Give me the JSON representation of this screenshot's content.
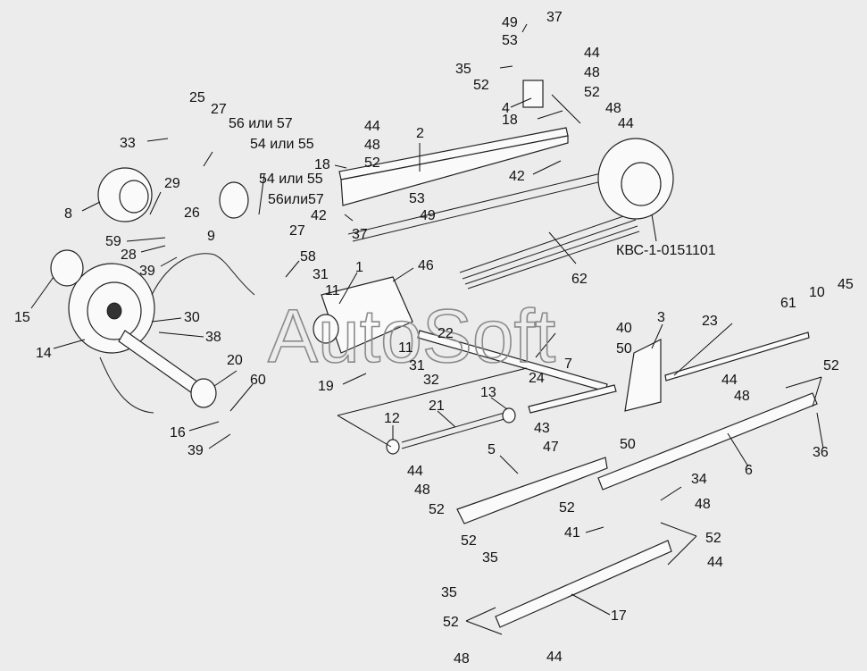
{
  "watermark": "AutoSoft",
  "assembly_code": "КВС-1-0151101",
  "callouts": [
    {
      "id": "c1",
      "text": "49"
    },
    {
      "id": "c2",
      "text": "37"
    },
    {
      "id": "c3",
      "text": "53"
    },
    {
      "id": "c4",
      "text": "44"
    },
    {
      "id": "c5",
      "text": "35"
    },
    {
      "id": "c6",
      "text": "48"
    },
    {
      "id": "c7",
      "text": "52"
    },
    {
      "id": "c8",
      "text": "52"
    },
    {
      "id": "c9",
      "text": "4"
    },
    {
      "id": "c10",
      "text": "48"
    },
    {
      "id": "c11",
      "text": "18"
    },
    {
      "id": "c12",
      "text": "44"
    },
    {
      "id": "c13",
      "text": "25"
    },
    {
      "id": "c14",
      "text": "27"
    },
    {
      "id": "c15",
      "text": "56 или 57"
    },
    {
      "id": "c16",
      "text": "44"
    },
    {
      "id": "c17",
      "text": "2"
    },
    {
      "id": "c18",
      "text": "33"
    },
    {
      "id": "c19",
      "text": "54 или 55"
    },
    {
      "id": "c20",
      "text": "48"
    },
    {
      "id": "c21",
      "text": "52"
    },
    {
      "id": "c22",
      "text": "18"
    },
    {
      "id": "c23",
      "text": "42"
    },
    {
      "id": "c24",
      "text": "29"
    },
    {
      "id": "c25",
      "text": "54 или 55"
    },
    {
      "id": "c26",
      "text": "8"
    },
    {
      "id": "c27",
      "text": "26"
    },
    {
      "id": "c28",
      "text": "56или57"
    },
    {
      "id": "c29",
      "text": "53"
    },
    {
      "id": "c30",
      "text": "42"
    },
    {
      "id": "c31",
      "text": "49"
    },
    {
      "id": "c32",
      "text": "27"
    },
    {
      "id": "c33",
      "text": "37"
    },
    {
      "id": "c34",
      "text": "9"
    },
    {
      "id": "c35",
      "text": "59"
    },
    {
      "id": "c36",
      "text": "28"
    },
    {
      "id": "c37",
      "text": "39"
    },
    {
      "id": "c38",
      "text": "58"
    },
    {
      "id": "c39",
      "text": "1"
    },
    {
      "id": "c40",
      "text": "46"
    },
    {
      "id": "c41",
      "text": "62"
    },
    {
      "id": "c42",
      "text": "31"
    },
    {
      "id": "c43",
      "text": "11"
    },
    {
      "id": "c44",
      "text": "15"
    },
    {
      "id": "c45",
      "text": "30"
    },
    {
      "id": "c46",
      "text": "14"
    },
    {
      "id": "c47",
      "text": "38"
    },
    {
      "id": "c48",
      "text": "10"
    },
    {
      "id": "c49",
      "text": "45"
    },
    {
      "id": "c50",
      "text": "61"
    },
    {
      "id": "c51",
      "text": "3"
    },
    {
      "id": "c52",
      "text": "23"
    },
    {
      "id": "c53",
      "text": "40"
    },
    {
      "id": "c54",
      "text": "22"
    },
    {
      "id": "c55",
      "text": "11"
    },
    {
      "id": "c56",
      "text": "50"
    },
    {
      "id": "c57",
      "text": "7"
    },
    {
      "id": "c58",
      "text": "20"
    },
    {
      "id": "c59",
      "text": "31"
    },
    {
      "id": "c60",
      "text": "19"
    },
    {
      "id": "c61",
      "text": "32"
    },
    {
      "id": "c62",
      "text": "60"
    },
    {
      "id": "c63",
      "text": "24"
    },
    {
      "id": "c64",
      "text": "13"
    },
    {
      "id": "c65",
      "text": "44"
    },
    {
      "id": "c66",
      "text": "52"
    },
    {
      "id": "c67",
      "text": "48"
    },
    {
      "id": "c68",
      "text": "12"
    },
    {
      "id": "c69",
      "text": "21"
    },
    {
      "id": "c70",
      "text": "43"
    },
    {
      "id": "c71",
      "text": "16"
    },
    {
      "id": "c72",
      "text": "39"
    },
    {
      "id": "c73",
      "text": "47"
    },
    {
      "id": "c74",
      "text": "50"
    },
    {
      "id": "c75",
      "text": "36"
    },
    {
      "id": "c76",
      "text": "5"
    },
    {
      "id": "c77",
      "text": "6"
    },
    {
      "id": "c78",
      "text": "44"
    },
    {
      "id": "c79",
      "text": "48"
    },
    {
      "id": "c80",
      "text": "34"
    },
    {
      "id": "c81",
      "text": "52"
    },
    {
      "id": "c82",
      "text": "52"
    },
    {
      "id": "c83",
      "text": "48"
    },
    {
      "id": "c84",
      "text": "52"
    },
    {
      "id": "c85",
      "text": "41"
    },
    {
      "id": "c86",
      "text": "52"
    },
    {
      "id": "c87",
      "text": "44"
    },
    {
      "id": "c88",
      "text": "35"
    },
    {
      "id": "c89",
      "text": "35"
    },
    {
      "id": "c90",
      "text": "17"
    },
    {
      "id": "c91",
      "text": "52"
    },
    {
      "id": "c92",
      "text": "48"
    },
    {
      "id": "c93",
      "text": "44"
    }
  ]
}
